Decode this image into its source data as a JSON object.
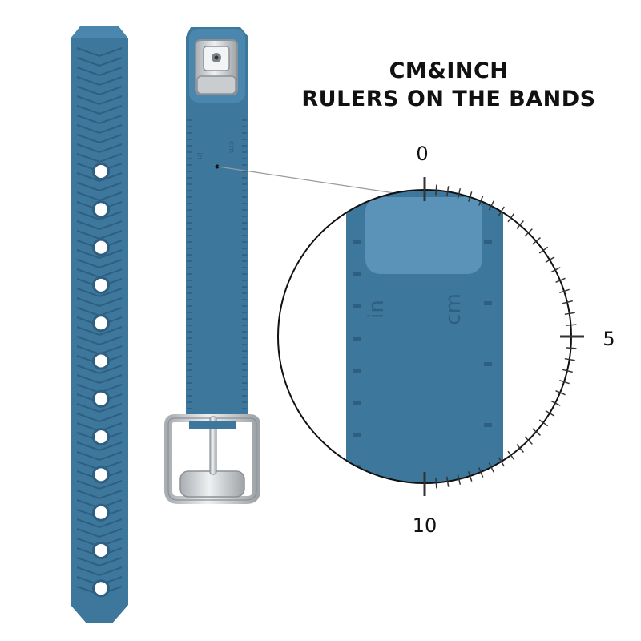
{
  "headline": {
    "line1": "CM&INCH",
    "line2": "RULERS ON THE BANDS"
  },
  "ruler_scale": {
    "top_label": "0",
    "right_label": "5",
    "bottom_label": "10"
  },
  "band_labels": {
    "inch": "in",
    "cm": "cm"
  },
  "colors": {
    "band": "#3d779c",
    "band_dark": "#2e5f80",
    "band_light": "#5b93b8",
    "metal": "#cfd3d6",
    "background": "#ffffff",
    "text": "#111111"
  }
}
